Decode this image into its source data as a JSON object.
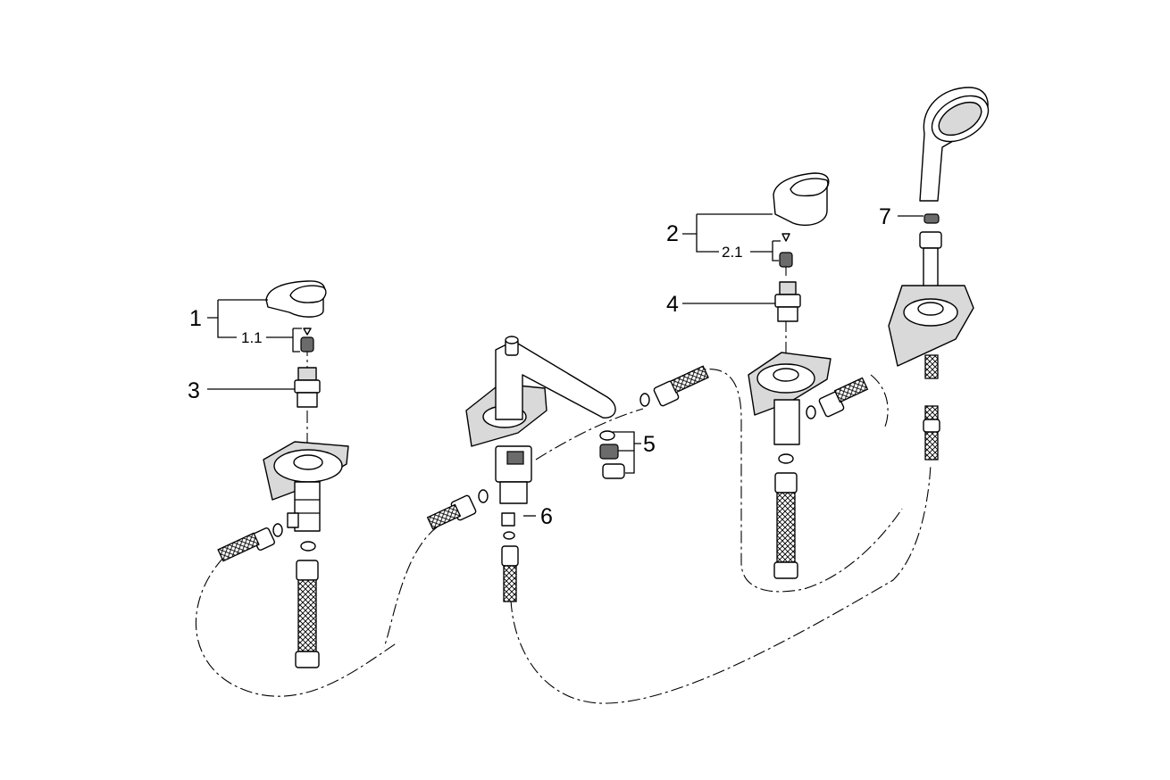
{
  "callouts": {
    "c1": "1",
    "c1_1": "1.1",
    "c2": "2",
    "c2_1": "2.1",
    "c3": "3",
    "c4": "4",
    "c5": "5",
    "c6": "6",
    "c7": "7"
  },
  "colors": {
    "line": "#000000",
    "fill": "#ffffff",
    "shading": "#d9d9d9"
  }
}
